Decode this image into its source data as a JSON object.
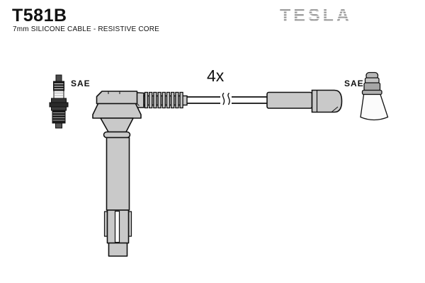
{
  "header": {
    "product_code": "T581B",
    "subtitle": "7mm SILICONE CABLE - RESISTIVE CORE",
    "brand": "TESLA"
  },
  "diagram": {
    "quantity_label": "4x",
    "left_plug_label": "SAE",
    "right_plug_label": "SAE"
  },
  "colors": {
    "part_fill": "#c9c9c9",
    "outline": "#111111",
    "brand_gray": "#9b9b9b",
    "text": "#111111",
    "background": "#ffffff"
  }
}
